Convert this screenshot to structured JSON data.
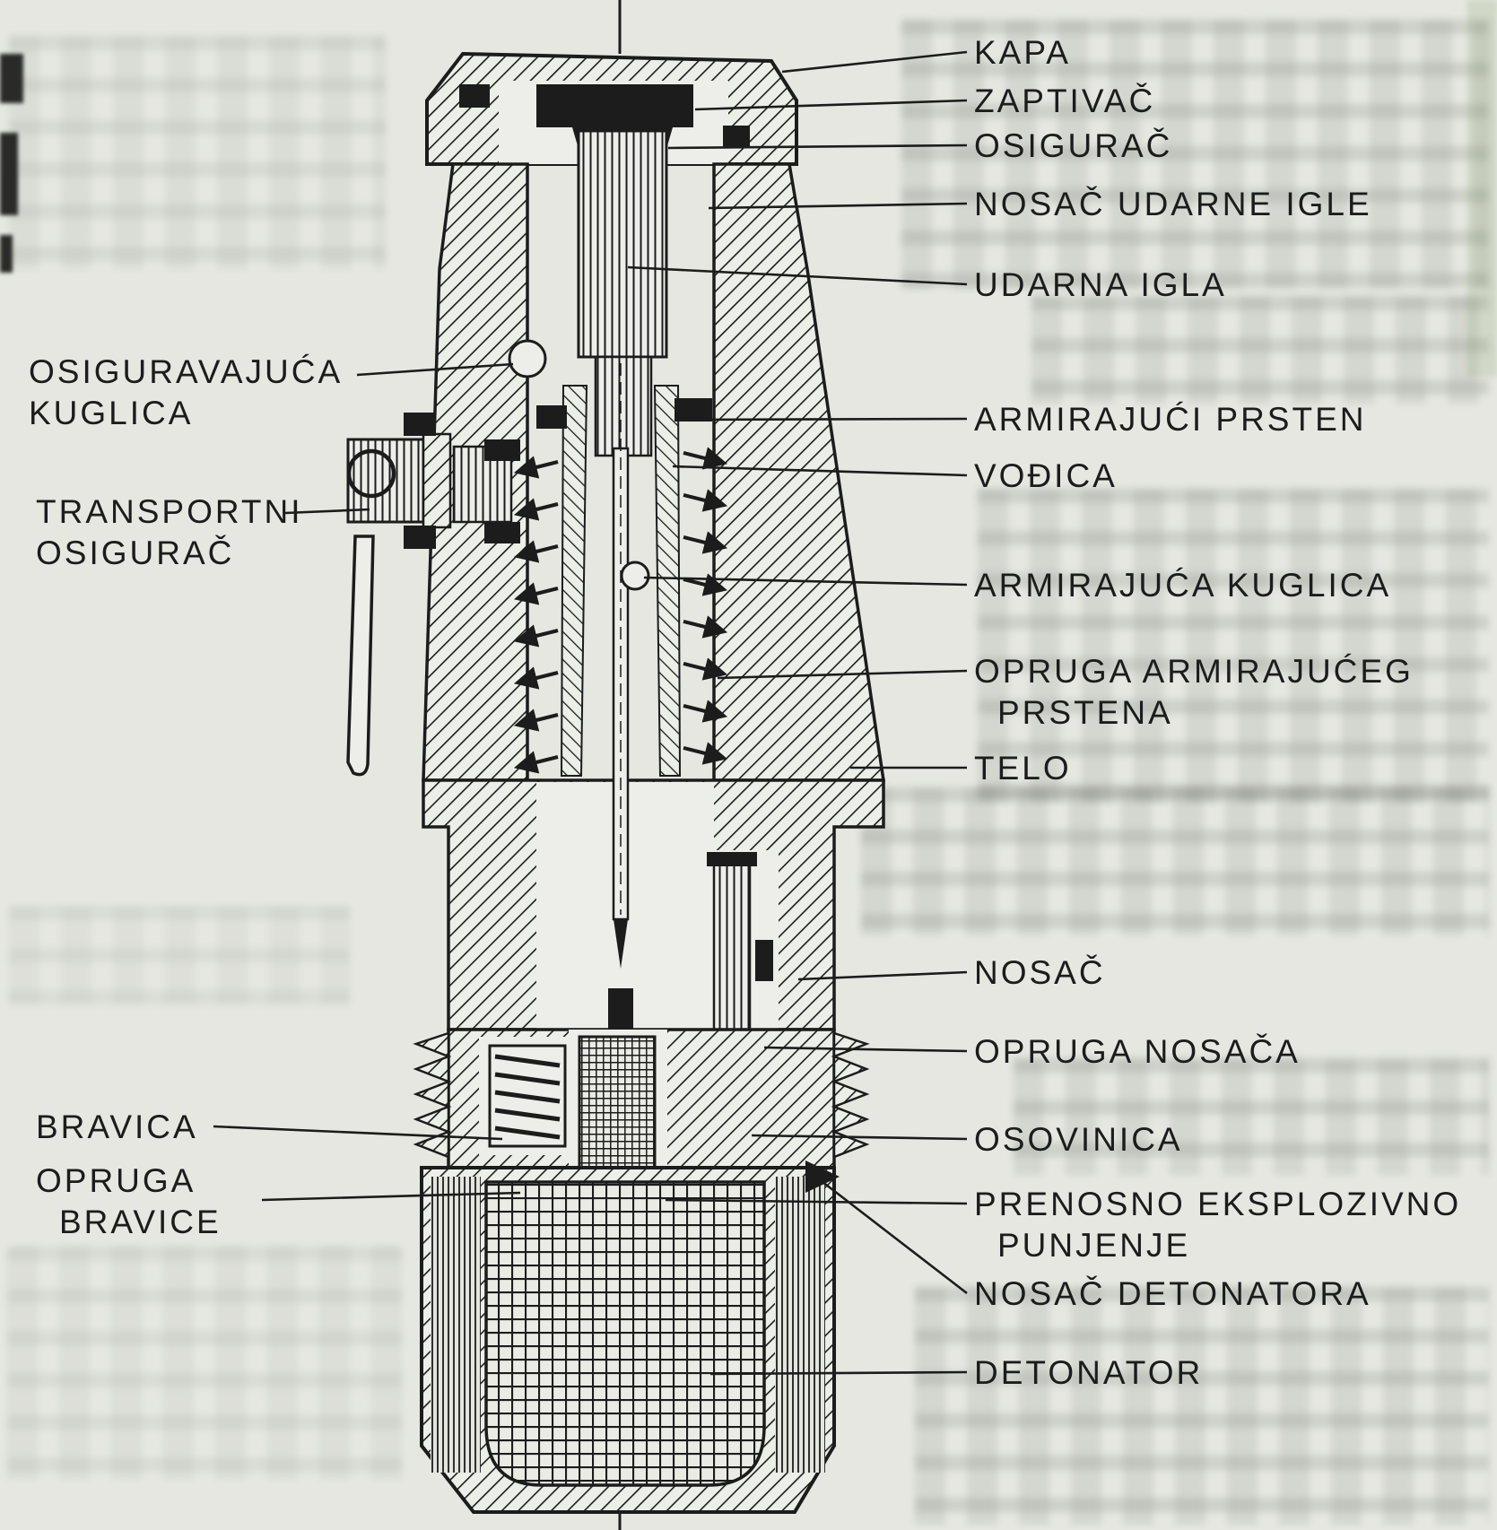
{
  "colors": {
    "paper": "#e5e7e0",
    "ink": "#1c1c1c"
  },
  "diagram": {
    "description": "Scanned cutaway technical drawing of a fuze with leader-line part labels",
    "labels_right": [
      {
        "lines": [
          "KAPA"
        ]
      },
      {
        "lines": [
          "ZAPTIVAČ"
        ]
      },
      {
        "lines": [
          "OSIGURAČ"
        ]
      },
      {
        "lines": [
          "NOSAČ UDARNE IGLE"
        ]
      },
      {
        "lines": [
          "UDARNA IGLA"
        ]
      },
      {
        "lines": [
          "ARMIRAJUĆI PRSTEN"
        ]
      },
      {
        "lines": [
          "VOĐICA"
        ]
      },
      {
        "lines": [
          "ARMIRAJUĆA KUGLICA"
        ]
      },
      {
        "lines": [
          "OPRUGA ARMIRAJUĆEG",
          "PRSTENA"
        ]
      },
      {
        "lines": [
          "TELO"
        ]
      },
      {
        "lines": [
          "NOSAČ"
        ]
      },
      {
        "lines": [
          "OPRUGA NOSAČA"
        ]
      },
      {
        "lines": [
          "OSOVINICA"
        ]
      },
      {
        "lines": [
          "PRENOSNO EKSPLOZIVNO",
          "PUNJENJE"
        ]
      },
      {
        "lines": [
          "NOSAČ DETONATORA"
        ]
      },
      {
        "lines": [
          "DETONATOR"
        ]
      }
    ],
    "labels_left": [
      {
        "lines": [
          "OSIGURAVAJUĆA",
          "KUGLICA"
        ]
      },
      {
        "lines": [
          "TRANSPORTNI",
          "OSIGURAČ"
        ]
      },
      {
        "lines": [
          "BRAVICA"
        ]
      },
      {
        "lines": [
          "OPRUGA",
          "BRAVICE"
        ]
      }
    ]
  }
}
